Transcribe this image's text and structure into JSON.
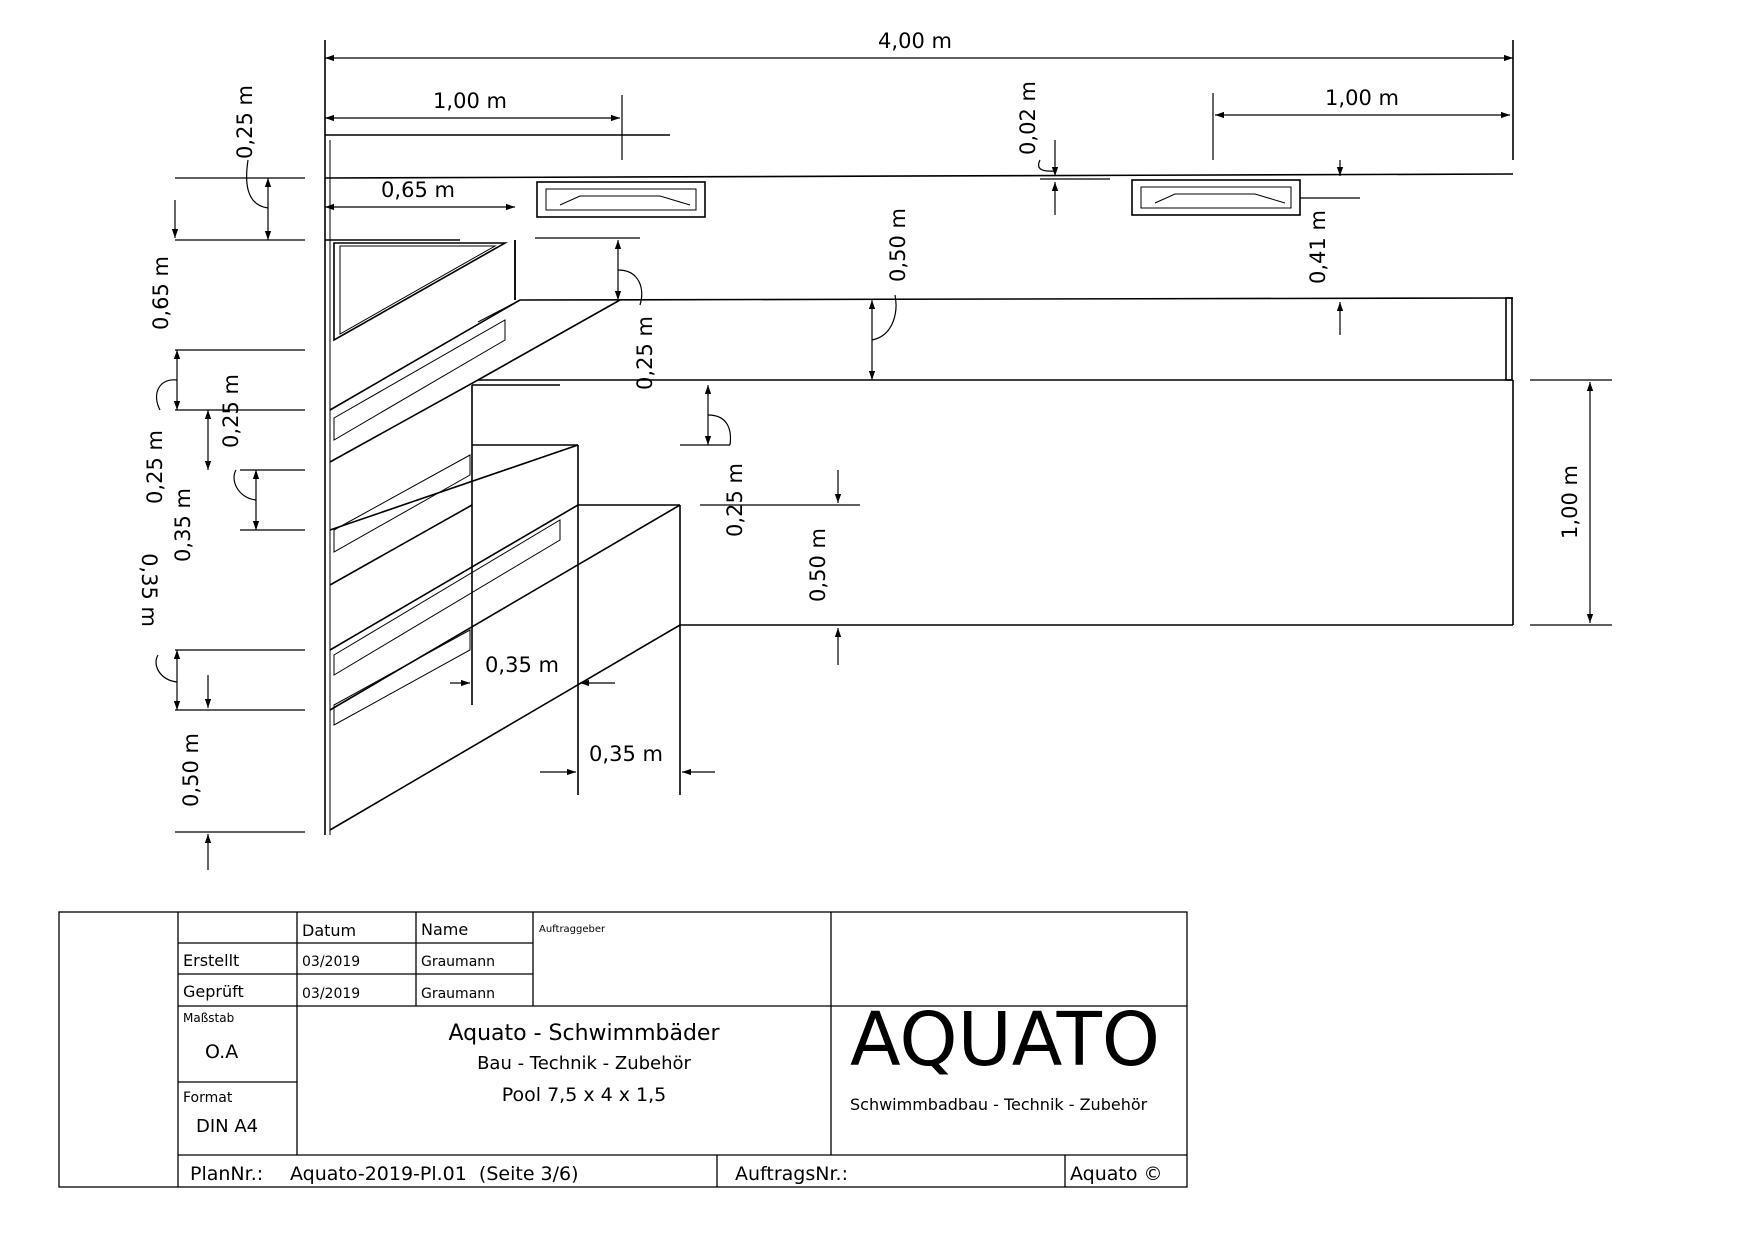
{
  "dimensions": {
    "top_width": "4,00 m",
    "top_left_1m": "1,00 m",
    "top_right_1m": "1,00 m",
    "left_065_horiz": "0,65 m",
    "coping_025": "0,25 m",
    "gap_002": "0,02 m",
    "skimmer_041": "0,41 m",
    "bench_050": "0,50 m",
    "step_025_mid": "0,25 m",
    "step_025_b": "0,25 m",
    "left_065": "0,65 m",
    "left_025_a": "0,25 m",
    "left_025_b": "0,25 m",
    "left_035_a": "0,35 m",
    "left_035_b": "0,35 m",
    "left_050": "0,50 m",
    "mid_050": "0,50 m",
    "right_100": "1,00 m",
    "tread_035_a": "0,35 m",
    "tread_035_b": "0,35 m"
  },
  "title_block": {
    "col_datum": "Datum",
    "col_name": "Name",
    "auftraggeber": "Auftraggeber",
    "erstellt": "Erstellt",
    "erstellt_date": "03/2019",
    "erstellt_name": "Graumann",
    "geprueft": "Geprüft",
    "geprueft_date": "03/2019",
    "geprueft_name": "Graumann",
    "massstab": "Maßstab",
    "massstab_value": "O.A",
    "format": "Format",
    "format_value": "DIN A4",
    "company_title": "Aquato - Schwimmbäder",
    "company_sub": "Bau - Technik - Zubehör",
    "project": "Pool 7,5 x 4 x 1,5",
    "brand": "AQUATO",
    "brand_sub": "Schwimmbadbau - Technik - Zubehör",
    "plan_label": "PlanNr.:",
    "plan_value": "Aquato-2019-Pl.01  (Seite 3/6)",
    "auftrag_label": "AuftragsNr.:",
    "copyright": "Aquato ©"
  }
}
